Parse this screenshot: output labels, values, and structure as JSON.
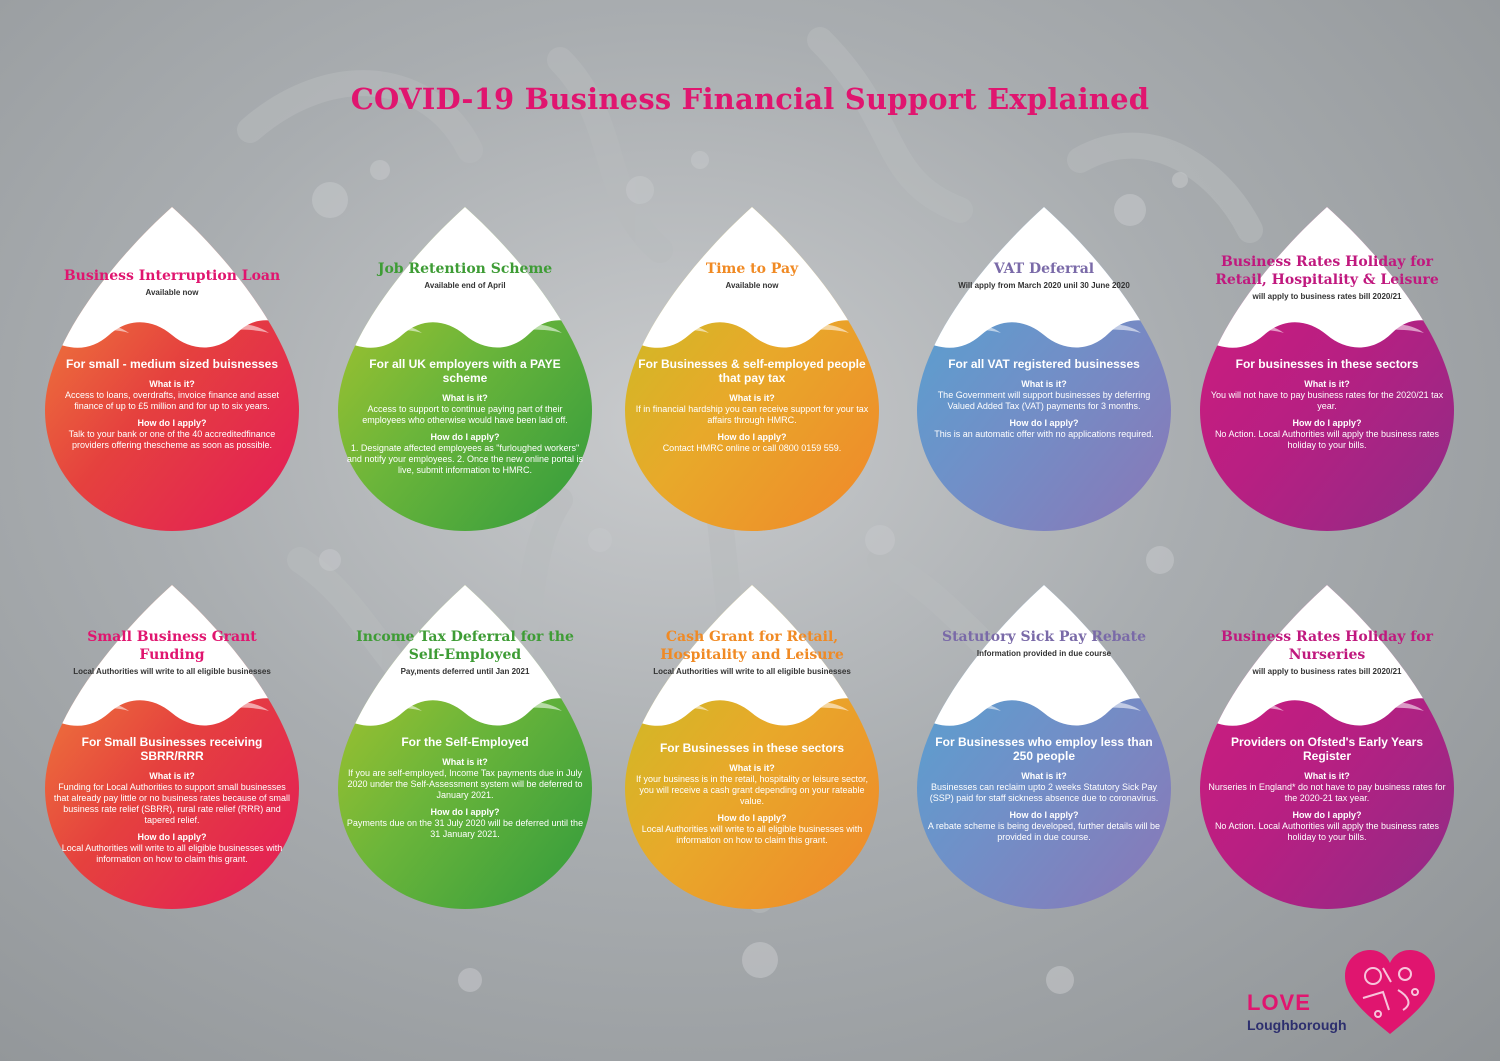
{
  "title": "COVID-19 Business Financial Support Explained",
  "cards": [
    {
      "title": "Business Interruption Loan",
      "availability": "Available now",
      "for": "For small - medium sized buisnesses",
      "what_q": "What is it?",
      "what_a": "Access to loans, overdrafts, invoice finance and asset finance of up to £5 million and for up to six years.",
      "how_q": "How do I apply?",
      "how_a": "Talk to your bank or one of the 40 accreditedfinance providers offering thescheme as soon as possible.",
      "title_color": "#e0156f",
      "gradient": [
        "#f2903a",
        "#e5413e",
        "#e3195a"
      ]
    },
    {
      "title": "Job Retention Scheme",
      "availability": "Available end of April",
      "for": "For all UK employers with a PAYE scheme",
      "what_q": "What is it?",
      "what_a": "Access to support to continue paying part of their employees who otherwise would have been laid off.",
      "how_q": "How do I apply?",
      "how_a": "1. Designate affected employees as \"furloughed workers\" and notify your employees. 2. Once the new online portal is live, submit information to HMRC.",
      "title_color": "#3e9c35",
      "gradient": [
        "#b6c72a",
        "#6bb53a",
        "#2f9a3d"
      ]
    },
    {
      "title": "Time to Pay",
      "availability": "Available now",
      "for": "For Businesses & self-employed people that pay tax",
      "what_q": "What is it?",
      "what_a": "If in financial hardship you can receive support for your tax affairs through HMRC.",
      "how_q": "How do I apply?",
      "how_a": "Contact HMRC online or call 0800 0159 559.",
      "title_color": "#f08a24",
      "gradient": [
        "#c3c123",
        "#e8a92a",
        "#f0862a"
      ]
    },
    {
      "title": "VAT Deferral",
      "availability": "Will apply from March 2020 unil 30 June 2020",
      "for": "For all VAT registered businesses",
      "what_q": "What is it?",
      "what_a": "The Government will support businesses by deferring Valued Added Tax (VAT) payments for 3 months.",
      "how_q": "How do I apply?",
      "how_a": "This is an automatic offer with no applications required.",
      "title_color": "#7a6aa8",
      "gradient": [
        "#4fa7d3",
        "#7090c8",
        "#8b76b6"
      ]
    },
    {
      "title": "Business Rates Holiday for Retail, Hospitality & Leisure",
      "availability": "will apply to business rates bill 2020/21",
      "for": "For businesses in these sectors",
      "what_q": "What is it?",
      "what_a": "You will not have to pay business rates for the 2020/21 tax year.",
      "how_q": "How do I apply?",
      "how_a": "No Action. Local Authorities will apply the business rates holiday to your bills.",
      "title_color": "#c0187e",
      "gradient": [
        "#d41c7d",
        "#b81f82",
        "#8e2c86"
      ]
    },
    {
      "title": "Small Business Grant Funding",
      "availability": "Local Authorities will write to all eligible businesses",
      "for": "For Small Businesses receiving SBRR/RRR",
      "what_q": "What is it?",
      "what_a": "Funding for Local Authorities to support small businesses that already pay little or no business rates because of small business rate relief (SBRR), rural rate relief (RRR) and tapered relief.",
      "how_q": "How do I apply?",
      "how_a": "Local Authorities will write to all eligible businesses with information on how to claim this grant.",
      "title_color": "#e0156f",
      "gradient": [
        "#f2903a",
        "#e5413e",
        "#e3195a"
      ]
    },
    {
      "title": "Income Tax Deferral for the Self-Employed",
      "availability": "Pay,ments deferred until Jan 2021",
      "for": "For the Self-Employed",
      "what_q": "What is it?",
      "what_a": "If you are self-employed, Income Tax payments due in July 2020 under the Self-Assessment system will be deferred to January 2021.",
      "how_q": "How do I apply?",
      "how_a": "Payments due on the 31 July 2020 will be deferred until the 31 January 2021.",
      "title_color": "#3e9c35",
      "gradient": [
        "#b6c72a",
        "#6bb53a",
        "#2f9a3d"
      ]
    },
    {
      "title": "Cash Grant for Retail, Hospitality and Leisure",
      "availability": "Local Authorities will write to all eligible businesses",
      "for": "For Businesses in these sectors",
      "what_q": "What is it?",
      "what_a": "If your business is in the retail, hospitality or leisure sector, you will receive a cash grant depending on your rateable value.",
      "how_q": "How do I apply?",
      "how_a": "Local Authorities will write to all eligible businesses with information on how to claim this grant.",
      "title_color": "#f08a24",
      "gradient": [
        "#c3c123",
        "#e8a92a",
        "#f0862a"
      ]
    },
    {
      "title": "Statutory Sick Pay Rebate",
      "availability": "Information provided in due course",
      "for": "For Businesses who employ less than 250 people",
      "what_q": "What is it?",
      "what_a": "Businesses can reclaim upto 2 weeks Statutory Sick Pay (SSP) paid for staff sickness absence due to coronavirus.",
      "how_q": "How do I apply?",
      "how_a": "A rebate scheme is being developed, further details will be provided in due course.",
      "title_color": "#7a6aa8",
      "gradient": [
        "#4fa7d3",
        "#7090c8",
        "#8b76b6"
      ]
    },
    {
      "title": "Business Rates Holiday for Nurseries",
      "availability": "will apply to business rates bill 2020/21",
      "for": "Providers on Ofsted's Early Years Register",
      "what_q": "What is it?",
      "what_a": "Nurseries in England* do not have to pay business rates for the 2020-21 tax year.",
      "how_q": "How do I apply?",
      "how_a": "No Action. Local Authorities will apply the business rates holiday to your bills.",
      "title_color": "#c0187e",
      "gradient": [
        "#d41c7d",
        "#b81f82",
        "#8e2c86"
      ]
    }
  ],
  "logo": {
    "word": "LOVE",
    "town": "Loughborough",
    "heart_color": "#e0156f"
  }
}
